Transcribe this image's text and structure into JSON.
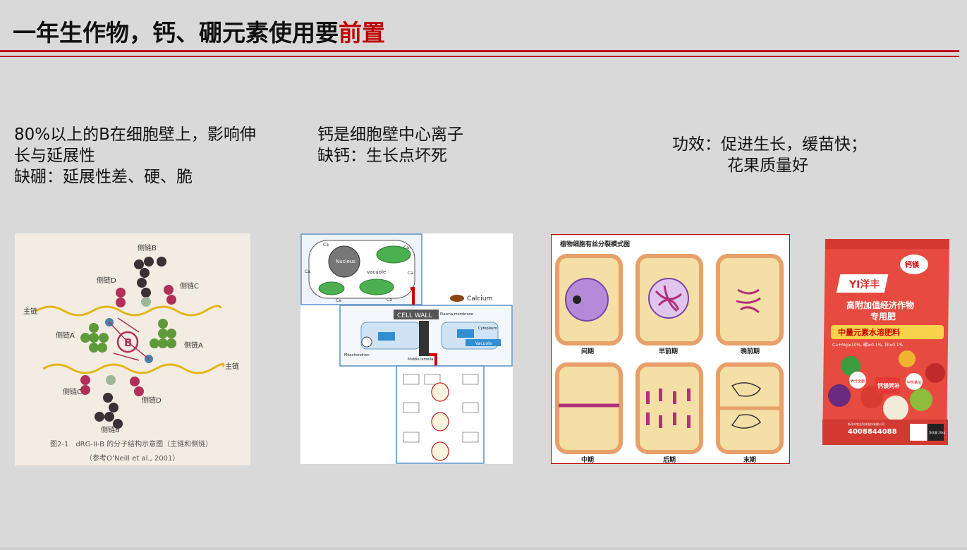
{
  "header": {
    "title_prefix": "一年生作物，钙、硼元素使用要",
    "title_accent": "前置"
  },
  "colors": {
    "accent": "#c00000",
    "background": "#d9d9d9"
  },
  "columns": [
    {
      "lines": [
        "80%以上的B在细胞壁上，影响伸",
        "长与延展性",
        "缺硼：延展性差、硬、脆"
      ]
    },
    {
      "lines": [
        "钙是细胞壁中心离子",
        "缺钙：生长点坏死"
      ]
    },
    {
      "lines": [
        "功效：促进生长，缓苗快；",
        "花果质量好"
      ]
    }
  ],
  "figure_boron": {
    "labels": {
      "b_top": "侧链B",
      "d_top": "侧链D",
      "c_top": "侧链C",
      "main_left": "主链",
      "a_left": "侧链A",
      "b_center": "B",
      "a_right": "侧链A",
      "main_right": "主链",
      "c_bottom": "侧链C",
      "d_bottom": "侧链D",
      "b_bottom": "侧链B"
    },
    "caption1": "图2-1　dRG-II-B 的分子结构示意图（主链和侧链）",
    "caption2": "（参考O’Neill et al., 2001）"
  },
  "figure_calcium": {
    "ca": "Ca",
    "nucleus": "Nucleus",
    "vacuole": "vacuole",
    "calcium": "Calcium",
    "cell_wall": "CELL WALL",
    "plasma_membrane": "Plasma membrane",
    "cytoplasm": "Cytoplasm",
    "vacuole2": "Vacuole",
    "mitochondrion": "Mitochondrion",
    "middle_lamella": "Middle lamella"
  },
  "figure_mitosis": {
    "title": "植物细胞有丝分裂模式图",
    "stages": [
      "间期",
      "早前期",
      "晚前期",
      "中期",
      "后期",
      "末期"
    ]
  },
  "product": {
    "badge": "钙镁",
    "brand": "YI洋丰",
    "line1": "高附加值经济作物",
    "line2": "专用肥",
    "band": "中量元素水溶肥料",
    "formula": "Ca+Mg≥10%, 硼≥0.1%, 锌≥0.1%",
    "circle_left": "养分全面",
    "center_badge": "钙镁同补",
    "circle_right": "中性易溶",
    "company": "新洋丰农业科技股份有限公司",
    "phone": "4008844088",
    "weight": "净含量 20kg"
  }
}
